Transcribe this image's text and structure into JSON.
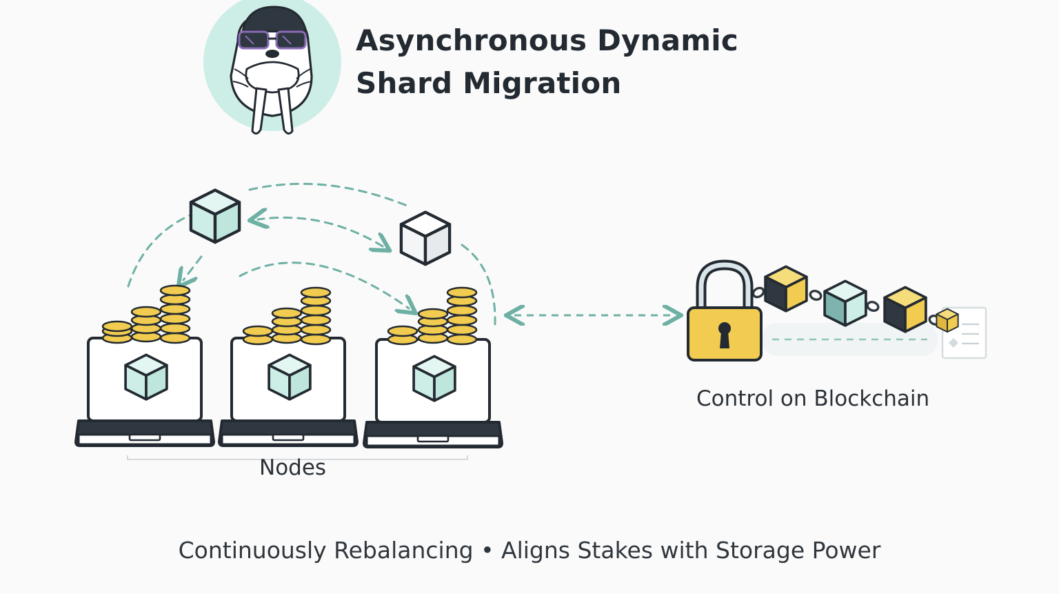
{
  "title": {
    "line1": "Asynchronous Dynamic",
    "line2": "Shard Migration"
  },
  "labels": {
    "nodes": "Nodes",
    "blockchain": "Control on Blockchain",
    "tagline": "Continuously Rebalancing • Aligns Stakes with Storage Power"
  },
  "icons": [
    "walrus-mascot-icon",
    "shard-cube-icon",
    "coin-stack-icon",
    "laptop-node-icon",
    "padlock-icon",
    "chain-block-icon",
    "document-icon",
    "double-arrow-icon"
  ],
  "colors": {
    "ink": "#232a31",
    "mint": "#cdeee6",
    "teal": "#6eb0a4",
    "gold": "#f1cc50",
    "slate": "#2f3840"
  }
}
